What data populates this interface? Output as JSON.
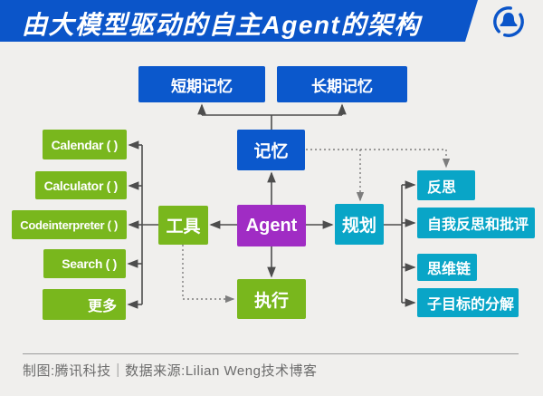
{
  "header": {
    "title": "由大模型驱动的自主Agent的架构",
    "icons": {
      "logo": "tencent-news-penguin-icon"
    }
  },
  "diagram": {
    "nodes": {
      "short_term_memory": {
        "label": "短期记忆"
      },
      "long_term_memory": {
        "label": "长期记忆"
      },
      "memory": {
        "label": "记忆"
      },
      "agent": {
        "label": "Agent"
      },
      "tools": {
        "label": "工具"
      },
      "action": {
        "label": "执行"
      },
      "planning": {
        "label": "规划"
      },
      "reflection": {
        "label": "反思"
      },
      "self_criticism": {
        "label": "自我反思和批评"
      },
      "chain_of_thought": {
        "label": "思维链"
      },
      "subgoal_decomposition": {
        "label": "子目标的分解"
      },
      "calendar": {
        "label": "Calendar ( )"
      },
      "calculator": {
        "label": "Calculator ( )"
      },
      "code_interpreter": {
        "label": "Codeinterpreter ( )"
      },
      "search": {
        "label": "Search ( )"
      },
      "more": {
        "label": "更多"
      }
    },
    "colors": {
      "blue": "#0b58cc",
      "green": "#79b71d",
      "cyan": "#09a5c7",
      "purple": "#a02cc4",
      "banner": "#0b55c9",
      "background": "#f0efed",
      "connector_solid": "#4d4d4d",
      "connector_dotted": "#7d7d7d"
    }
  },
  "footer": {
    "credit": "制图:腾讯科技｜数据来源:Lilian Weng技术博客"
  }
}
